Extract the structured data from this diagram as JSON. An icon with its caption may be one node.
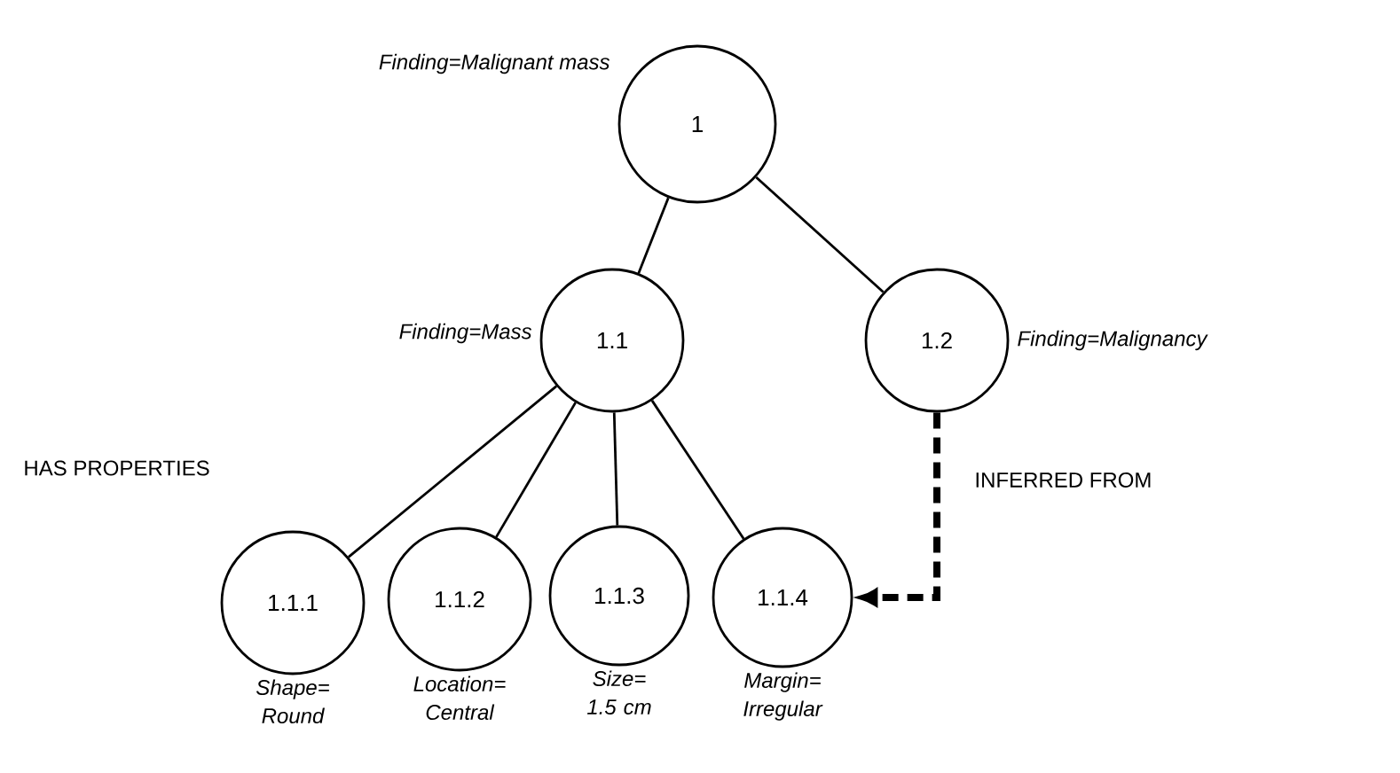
{
  "diagram": {
    "nodes": [
      {
        "text": [
          "1"
        ],
        "beside": [
          "Finding=Malignant mass"
        ]
      },
      {
        "text": [
          "1.1"
        ],
        "beside": [
          "Finding=Mass"
        ]
      },
      {
        "text": [
          "1.2"
        ],
        "beside": [
          "Finding=Malignancy"
        ]
      },
      {
        "text": [
          "1.1.1"
        ],
        "beside": [
          "Shape= Round"
        ]
      },
      {
        "text": [
          "1.1.2"
        ],
        "beside": [
          "Location= Central"
        ]
      },
      {
        "text": [
          "1.1.3"
        ],
        "beside": [
          "Size= 1.5 cm"
        ]
      },
      {
        "text": [
          "1.1.4"
        ],
        "beside": [
          "Margin= Irregular"
        ]
      }
    ],
    "edges": [
      {
        "from": 0,
        "to": 1,
        "arrow": "none"
      },
      {
        "from": 0,
        "to": 2,
        "arrow": "none"
      },
      {
        "from": 1,
        "to": 3,
        "arrow": "none"
      },
      {
        "from": 1,
        "to": 4,
        "arrow": "none"
      },
      {
        "from": 1,
        "to": 5,
        "arrow": "none"
      },
      {
        "from": 1,
        "to": 6,
        "arrow": "none"
      },
      {
        "from": 2,
        "to": 6,
        "arrow": "to",
        "style": "dashed",
        "label": "INFERRED FROM"
      }
    ],
    "labels": [
      "HAS PROPERTIES"
    ]
  }
}
